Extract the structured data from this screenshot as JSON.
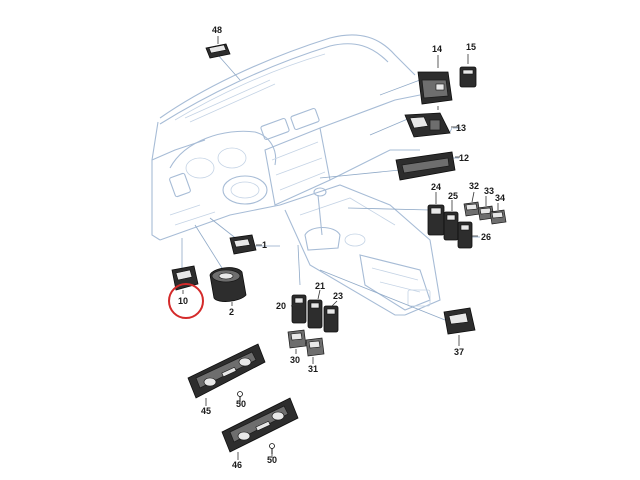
{
  "diagram": {
    "callouts": {
      "c1": "1",
      "c2": "2",
      "c10": "10",
      "c12": "12",
      "c13": "13",
      "c14": "14",
      "c15": "15",
      "c20": "20",
      "c21": "21",
      "c23": "23",
      "c24": "24",
      "c25": "25",
      "c26": "26",
      "c30": "30",
      "c31": "31",
      "c32": "32",
      "c33": "33",
      "c34": "34",
      "c37": "37",
      "c45": "45",
      "c46": "46",
      "c48": "48",
      "c50a": "50",
      "c50b": "50"
    },
    "colors": {
      "outline": "#a7bcd6",
      "leader": "#8fa9c7",
      "part": "#2d2d2d",
      "highlight_circle": "#d42a2a"
    },
    "highlighted_part": "10"
  }
}
